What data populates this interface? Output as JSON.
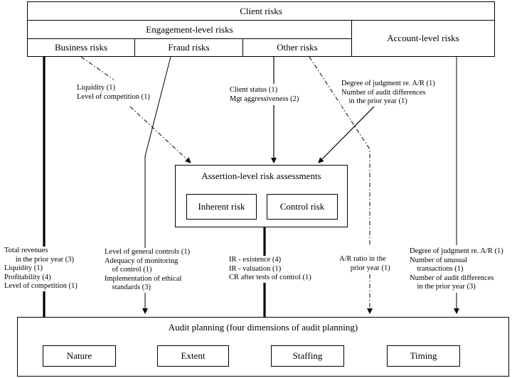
{
  "header": {
    "client_risks": "Client risks",
    "engagement_level_risks": "Engagement-level risks",
    "account_level_risks": "Account-level risks",
    "business_risks": "Business risks",
    "fraud_risks": "Fraud risks",
    "other_risks": "Other risks"
  },
  "assertion": {
    "title": "Assertion-level risk assessments",
    "inherent_risk": "Inherent risk",
    "control_risk": "Control risk"
  },
  "planning": {
    "title": "Audit planning (four dimensions of audit planning)",
    "nature": "Nature",
    "extent": "Extent",
    "staffing": "Staffing",
    "timing": "Timing"
  },
  "labels": {
    "business_to_assertion": "Liquidity (1)\nLevel of competition (1)",
    "other_to_assertion": "Client status (1)\nMgt aggressiveness (2)",
    "account_to_assertion": "Degree of judgment re. A/R (1)\nNumber of audit differences\n    in the prior year (1)",
    "business_to_planning": "Total revenues\n      in the prior year (3)\nLiquidity (1)\nProfitability (4)\nLevel of competition (1)",
    "fraud_to_planning": "Level of general controls (1)\nAdequacy of monitoring\n    of control (1)\nImplementation of ethical\n    standards (3)",
    "assertion_to_planning": "IR - existence (4)\nIR - valuation (1)\nCR after tests of control (1)",
    "other_to_planning": "A/R ratio in the\n      prior year (1)",
    "account_to_planning": "Degree of judgment re. A/R (1)\nNumber of unusual\n    transactions (1)\nNumber of audit differences\n    in the prior year (3)"
  }
}
